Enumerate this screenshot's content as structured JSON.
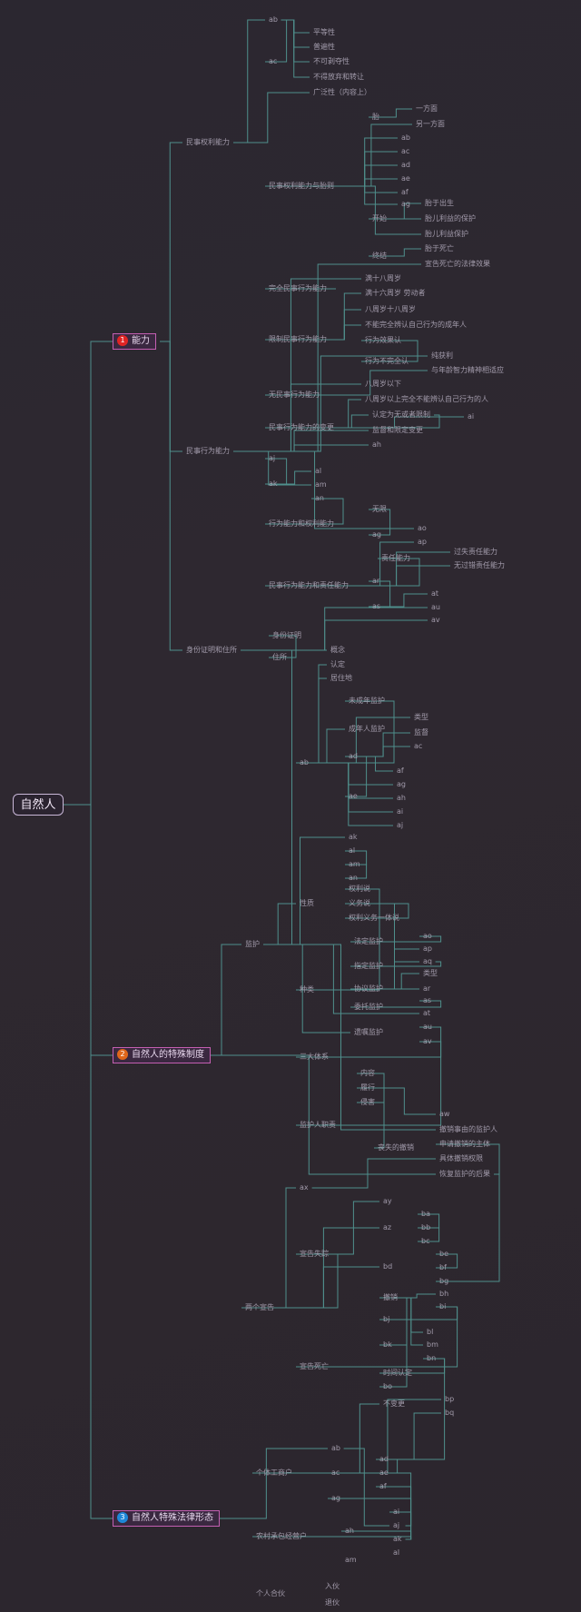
{
  "root": {
    "label": "自然人"
  },
  "colors": {
    "link": "#4f8f8c",
    "branch_border": "#c45fb2",
    "badge1": "#e02424",
    "badge2": "#e0661a",
    "badge3": "#1e88d8"
  },
  "branches": [
    {
      "num": "1",
      "label": "能力"
    },
    {
      "num": "2",
      "label": "自然人的特殊制度"
    },
    {
      "num": "3",
      "label": "自然人特殊法律形态"
    }
  ],
  "nodes": [
    "民事权利能力",
    "ab",
    "ac",
    "平等性",
    "普遍性",
    "不可剥夺性",
    "不得放弃和转让",
    "广泛性（内容上）",
    "民事权利能力与胎则",
    "胎",
    "一方面",
    "另一方面",
    "ab",
    "ac",
    "ad",
    "ae",
    "af",
    "ag",
    "开始",
    "胎于出生",
    "胎儿利益的保护",
    "胎儿利益保护",
    "终结",
    "胎于死亡",
    "宣告死亡的法律效果",
    "民事行为能力",
    "完全民事行为能力",
    "满十八周岁",
    "满十六周岁 劳动者",
    "限制民事行为能力",
    "八周岁十八周岁",
    "不能完全辨认自己行为的成年人",
    "行为效果认",
    "行为不完全认",
    "纯获利",
    "与年龄智力精神相适应",
    "无民事行为能力",
    "八周岁以下",
    "八周岁以上完全不能辨认自己行为的人",
    "民事行为能力的变更",
    "认定为无或者限制",
    "ai",
    "监督和限定变更",
    "ah",
    "aj",
    "ak",
    "al",
    "am",
    "an",
    "行为能力和权利能力",
    "无限",
    "ag",
    "ao",
    "ap",
    "民事行为能力和责任能力",
    "责任能力",
    "过失责任能力",
    "无过错责任能力",
    "ar",
    "as",
    "at",
    "au",
    "av",
    "身份证明和住所",
    "身份证明",
    "住所",
    "概念",
    "认定",
    "居住地",
    "监护",
    "ab",
    "未成年监护",
    "成年人监护",
    "类型",
    "监督",
    "ac",
    "ad",
    "ae",
    "af",
    "ag",
    "ah",
    "ai",
    "aj",
    "ak",
    "al",
    "am",
    "an",
    "性质",
    "权利说",
    "义务说",
    "权利义务一体说",
    "种类",
    "法定监护",
    "ao",
    "ap",
    "指定监护",
    "aq",
    "类型",
    "协议监护",
    "ar",
    "委托监护",
    "as",
    "at",
    "遗嘱监护",
    "au",
    "av",
    "三大体系",
    "监护人职责",
    "内容",
    "履行",
    "侵害",
    "丧失的撤销",
    "aw",
    "撤销事由的监护人",
    "申请撤销的主体",
    "具体撤销权限",
    "恢复监护的后果",
    "ax",
    "两个宣告",
    "宣告失踪",
    "ay",
    "az",
    "ba",
    "bb",
    "bc",
    "bd",
    "be",
    "bf",
    "bg",
    "撤销",
    "bh",
    "bi",
    "宣告死亡",
    "bj",
    "bk",
    "bl",
    "bm",
    "bn",
    "时间认定",
    "bo",
    "不变更",
    "bp",
    "bq",
    "个体工商户",
    "ab",
    "ac",
    "ad",
    "ae",
    "af",
    "ag",
    "农村承包经营户",
    "ah",
    "ai",
    "aj",
    "ak",
    "al",
    "am",
    "个人合伙",
    "入伙",
    "退伙"
  ]
}
